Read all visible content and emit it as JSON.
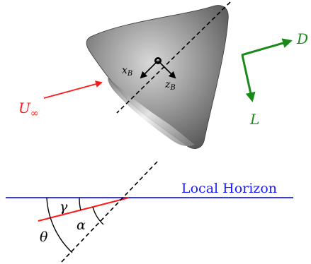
{
  "labels": {
    "freestream_U": "U",
    "freestream_sub": "∞",
    "body_x": "x",
    "body_x_sub": "B",
    "body_z": "z",
    "body_z_sub": "B",
    "drag": "D",
    "lift": "L",
    "local_horizon": "Local Horizon",
    "gamma": "γ",
    "alpha": "α",
    "theta": "θ"
  },
  "colors": {
    "freestream": "#ff1a1a",
    "aero_axes": "#1a8a1a",
    "horizon": "#1a1aff",
    "body_axes": "#000000",
    "cone_light": "#e0e0e0",
    "cone_dark": "#505050"
  }
}
